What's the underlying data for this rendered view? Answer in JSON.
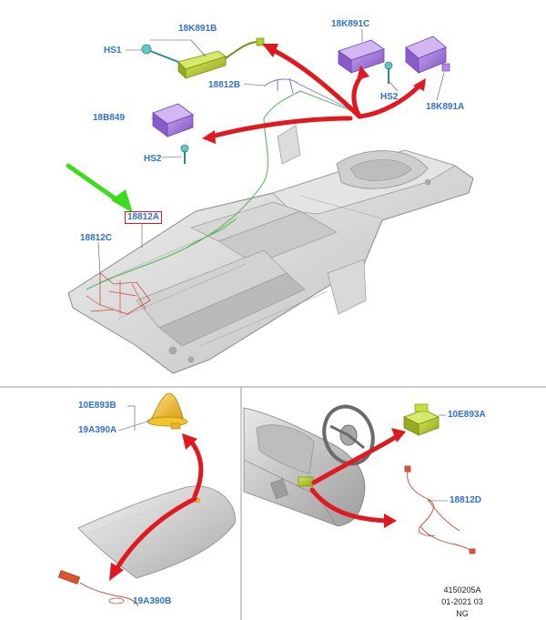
{
  "labels": {
    "l_18K891B": "18K891B",
    "l_HS1": "HS1",
    "l_18K891C": "18K891C",
    "l_18812B": "18812B",
    "l_HS2_right": "HS2",
    "l_18K891A": "18K891A",
    "l_18B849": "18B849",
    "l_HS2_left": "HS2",
    "l_18812A": "18812A",
    "l_18812C": "18812C",
    "l_10E893B": "10E893B",
    "l_19A390A": "19A390A",
    "l_19A390B": "19A390B",
    "l_10E893A": "10E893A",
    "l_18812D": "18812D"
  },
  "reference": {
    "code": "4150205A",
    "date": "01-2021 03",
    "region": "NG"
  },
  "colors": {
    "label": "#2f6fd6",
    "arrow_red": "#e0181f",
    "arrow_green": "#3ddc1f",
    "module_purple": "#9b6fd6",
    "module_green": "#b5cc2a",
    "antenna_yellow": "#f2c32b",
    "harness_green": "#55b055",
    "harness_red": "#c64a32",
    "panel_border": "#9a9a9a"
  }
}
